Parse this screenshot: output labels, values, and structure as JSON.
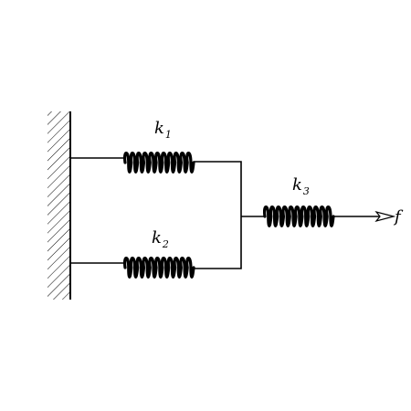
{
  "diagram": {
    "springs": [
      {
        "id": "k1",
        "symbol": "k",
        "index": "1"
      },
      {
        "id": "k2",
        "symbol": "k",
        "index": "2"
      },
      {
        "id": "k3",
        "symbol": "k",
        "index": "3"
      }
    ],
    "force_label": "f",
    "colors": {
      "stroke": "#000000",
      "background": "#ffffff"
    }
  }
}
